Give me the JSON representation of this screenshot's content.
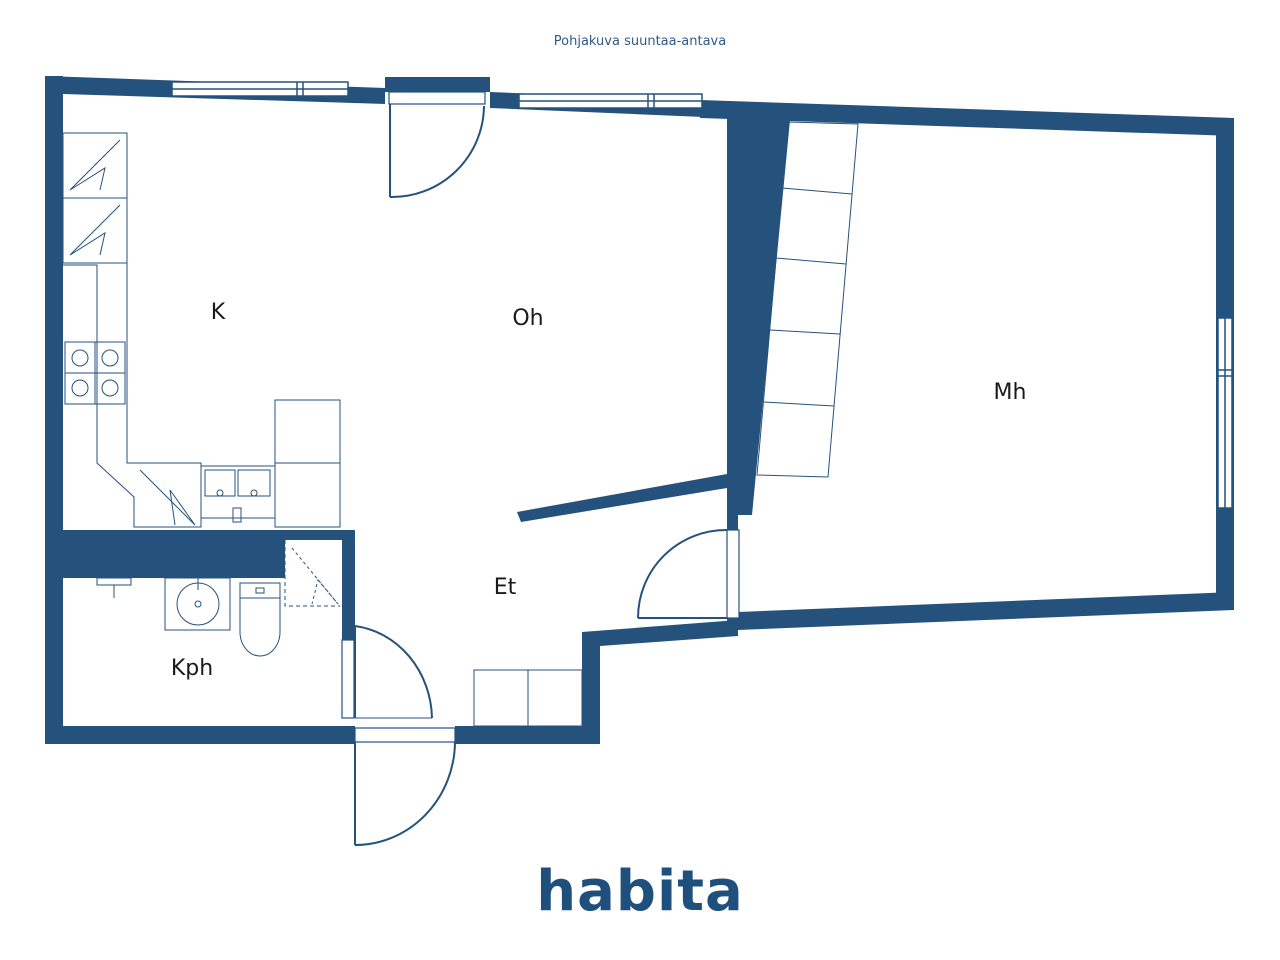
{
  "caption": "Pohjakuva suuntaa-antava",
  "rooms": {
    "kitchen": "K",
    "living_room": "Oh",
    "bedroom": "Mh",
    "hall": "Et",
    "bathroom": "Kph"
  },
  "logo": {
    "text": "habita"
  },
  "colors": {
    "wall": "#25527d",
    "fixture": "#25527d",
    "logo": "#1f4f7c"
  }
}
